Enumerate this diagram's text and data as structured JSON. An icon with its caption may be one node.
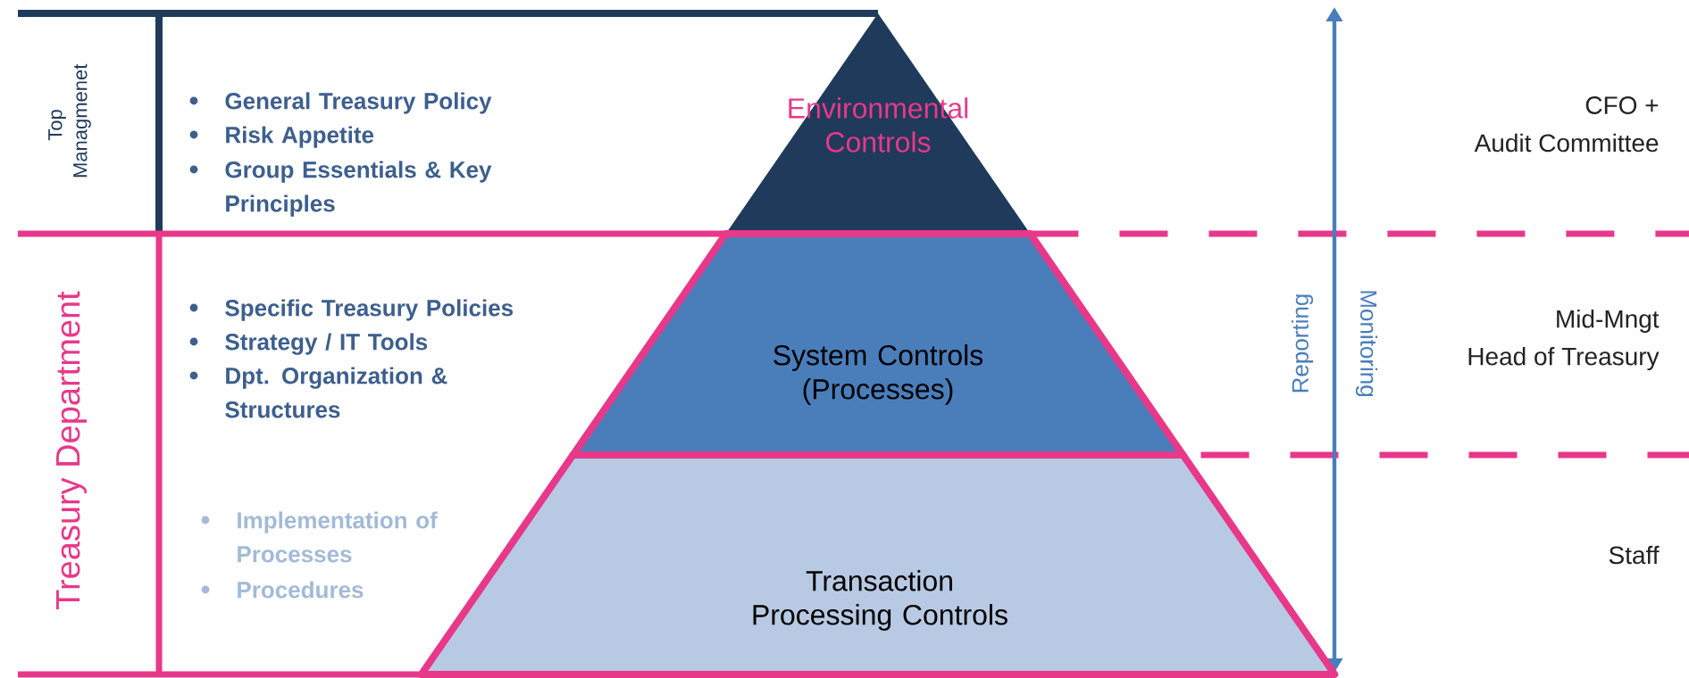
{
  "diagram": {
    "nodes": [
      {
        "text": [
          "Environmental Controls"
        ]
      },
      {
        "text": [
          "System Controls (Processes)"
        ]
      },
      {
        "text": [
          "Transaction Processing Controls"
        ]
      }
    ],
    "labels": [
      "Top Managmenet",
      "General Treasury Policy",
      "Risk Appetite",
      "Group Essentials & Key Principles",
      "CFO +",
      "Audit Committee",
      "Treasury Department",
      "Specific Treasury Policies",
      "Strategy / IT Tools",
      "Dpt. Organization & Structures",
      "Reporting",
      "Monitoring",
      "Mid-Mngt",
      "Head of Treasury",
      "Implementation of Processes",
      "Procedures",
      "Staff"
    ]
  }
}
